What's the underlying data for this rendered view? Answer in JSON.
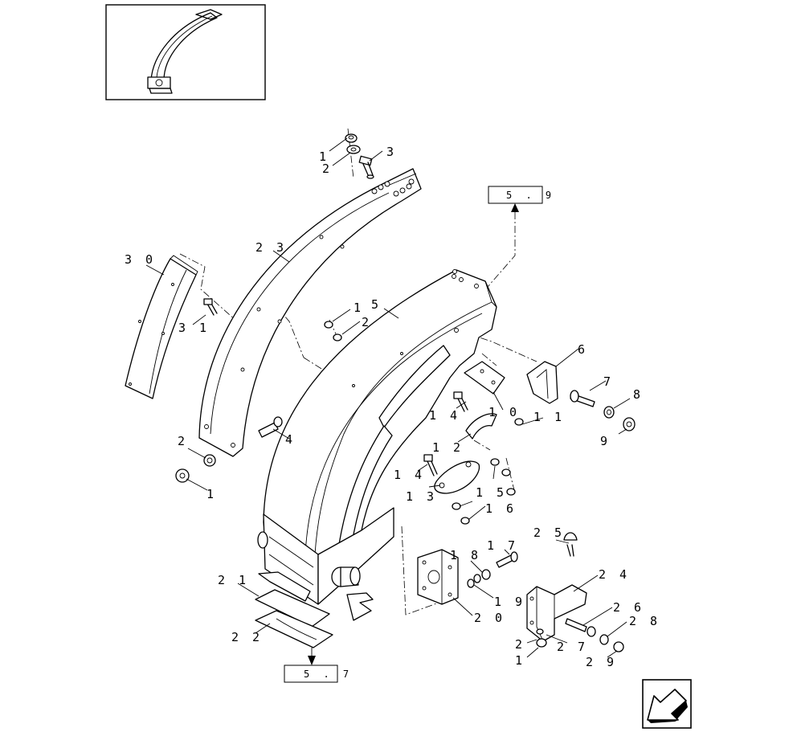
{
  "references": [
    {
      "id": "ref-top",
      "text": "5 . 9"
    },
    {
      "id": "ref-bottom",
      "text": "5 . 7"
    }
  ],
  "callouts": [
    {
      "id": "c1a",
      "text": "1"
    },
    {
      "id": "c2a",
      "text": "2"
    },
    {
      "id": "c3",
      "text": "3"
    },
    {
      "id": "c23",
      "text": "2 3"
    },
    {
      "id": "c30",
      "text": "3 0"
    },
    {
      "id": "c31",
      "text": "3 1"
    },
    {
      "id": "c1b",
      "text": "1"
    },
    {
      "id": "c2b",
      "text": "2"
    },
    {
      "id": "c5",
      "text": "5"
    },
    {
      "id": "c6",
      "text": "6"
    },
    {
      "id": "c7",
      "text": "7"
    },
    {
      "id": "c8",
      "text": "8"
    },
    {
      "id": "c9",
      "text": "9"
    },
    {
      "id": "c10",
      "text": "1 0"
    },
    {
      "id": "c11",
      "text": "1 1"
    },
    {
      "id": "c14a",
      "text": "1 4"
    },
    {
      "id": "c12",
      "text": "1 2"
    },
    {
      "id": "c14b",
      "text": "1 4"
    },
    {
      "id": "c13",
      "text": "1 3"
    },
    {
      "id": "c15",
      "text": "1 5"
    },
    {
      "id": "c16",
      "text": "1 6"
    },
    {
      "id": "c2c",
      "text": "2"
    },
    {
      "id": "c1c",
      "text": "1"
    },
    {
      "id": "c4",
      "text": "4"
    },
    {
      "id": "c25",
      "text": "2 5"
    },
    {
      "id": "c17",
      "text": "1 7"
    },
    {
      "id": "c18",
      "text": "1 8"
    },
    {
      "id": "c19",
      "text": "1 9"
    },
    {
      "id": "c20",
      "text": "2 0"
    },
    {
      "id": "c24",
      "text": "2 4"
    },
    {
      "id": "c26",
      "text": "2 6"
    },
    {
      "id": "c28",
      "text": "2 8"
    },
    {
      "id": "c27",
      "text": "2 7"
    },
    {
      "id": "c2d",
      "text": "2"
    },
    {
      "id": "c1d",
      "text": "1"
    },
    {
      "id": "c29",
      "text": "2 9"
    },
    {
      "id": "c21",
      "text": "2 1"
    },
    {
      "id": "c22",
      "text": "2 2"
    }
  ],
  "icons": {
    "thumbnail": "overview-thumbnail",
    "next_page": "next-page-arrow-icon"
  }
}
